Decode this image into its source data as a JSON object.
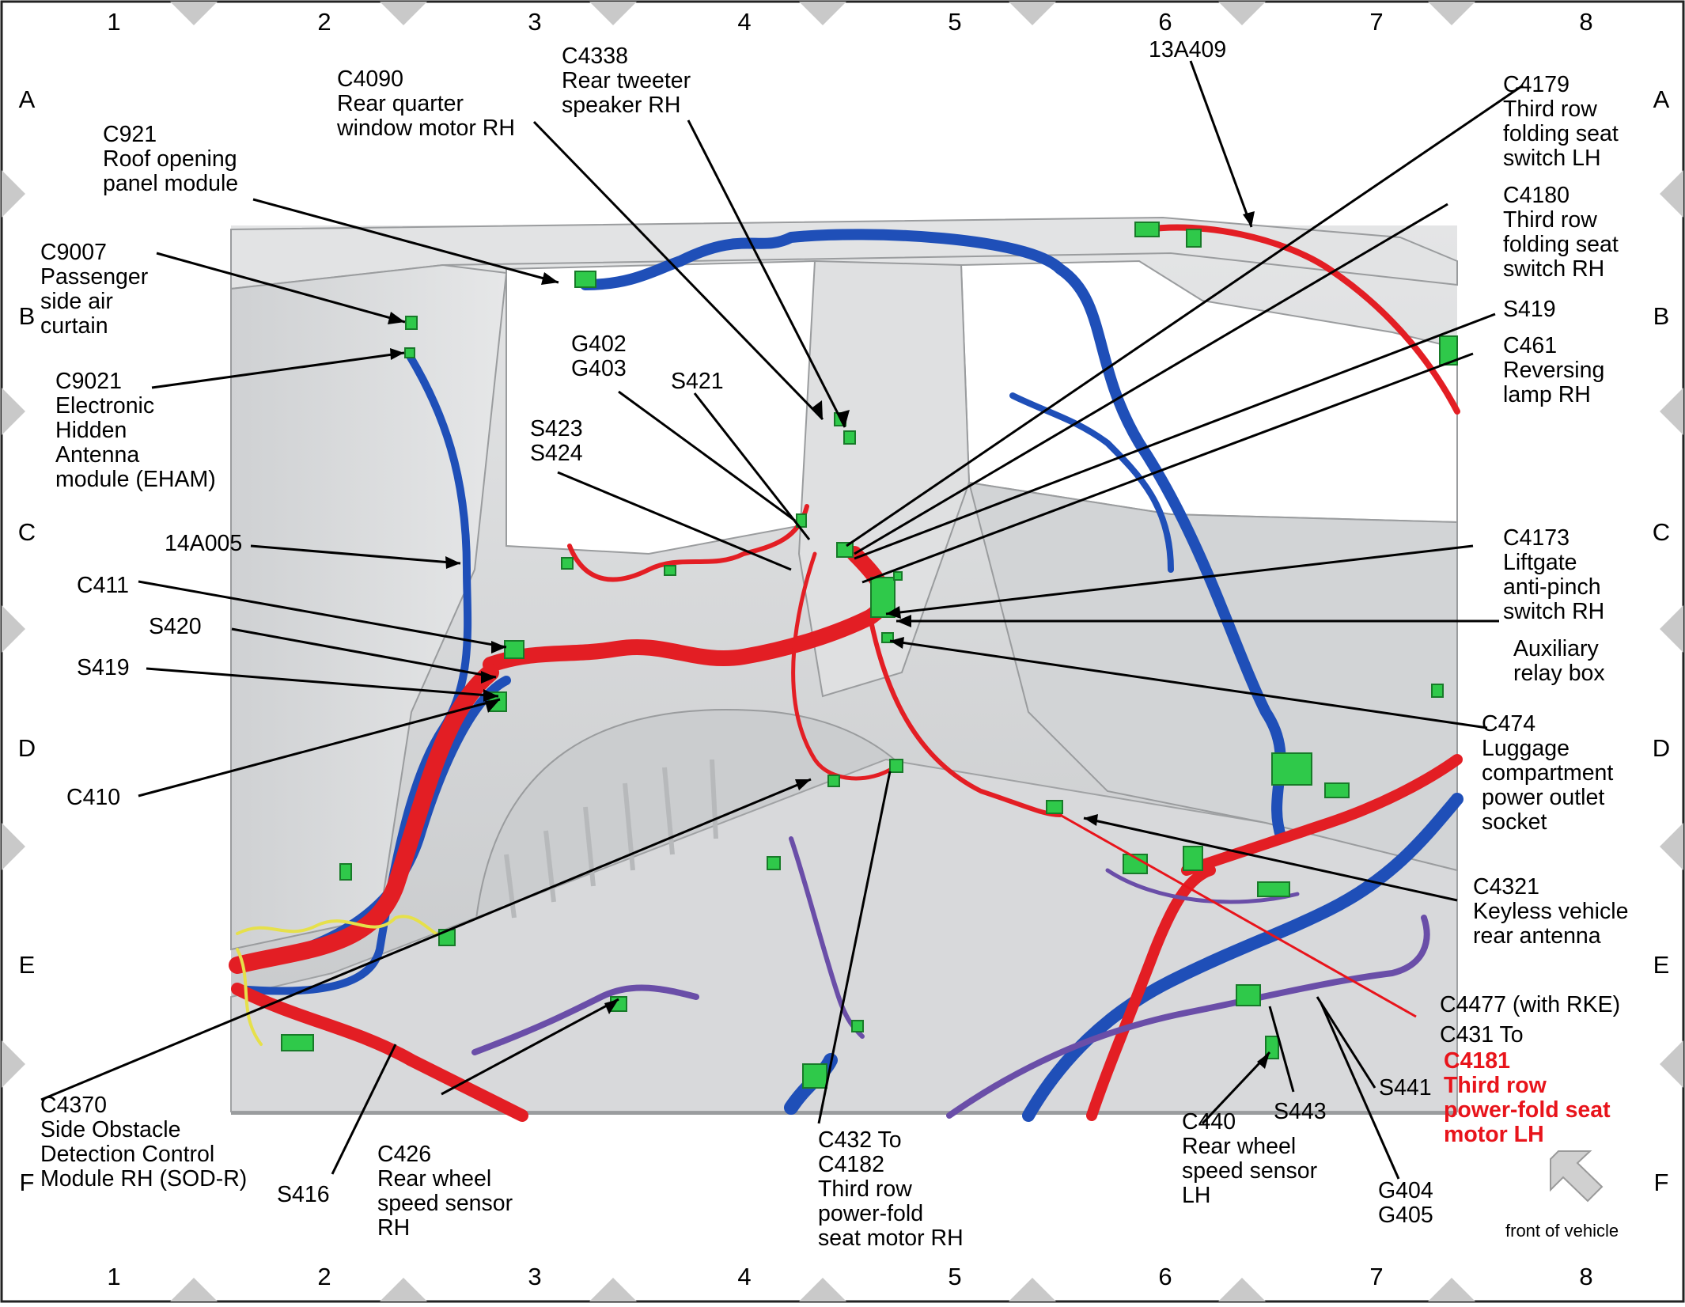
{
  "grid": {
    "columns": [
      "1",
      "2",
      "3",
      "4",
      "5",
      "6",
      "7",
      "8"
    ],
    "rows": [
      "A",
      "B",
      "C",
      "D",
      "E",
      "F"
    ]
  },
  "callouts": {
    "c4090": [
      "C4090",
      "Rear quarter",
      "window motor RH"
    ],
    "c4338": [
      "C4338",
      "Rear tweeter",
      "speaker RH"
    ],
    "p13a409": [
      "13A409"
    ],
    "c921": [
      "C921",
      "Roof opening",
      "panel module"
    ],
    "c4179": [
      "C4179",
      "Third row",
      "folding seat",
      "switch LH"
    ],
    "c4180": [
      "C4180",
      "Third row",
      "folding seat",
      "switch RH"
    ],
    "c9007": [
      "C9007",
      "Passenger",
      "side air",
      "curtain"
    ],
    "s419_r": [
      "S419"
    ],
    "c461": [
      "C461",
      "Reversing",
      "lamp RH"
    ],
    "g402": [
      "G402",
      "G403"
    ],
    "s421": [
      "S421"
    ],
    "c9021": [
      "C9021",
      "Electronic",
      "Hidden",
      "Antenna",
      "module (EHAM)"
    ],
    "s423": [
      "S423",
      "S424"
    ],
    "p14a005": [
      "14A005"
    ],
    "c4173": [
      "C4173",
      "Liftgate",
      "anti-pinch",
      "switch RH"
    ],
    "c411": [
      "C411"
    ],
    "s420": [
      "S420"
    ],
    "aux": [
      "Auxiliary",
      "relay box"
    ],
    "s419_l": [
      "S419"
    ],
    "c474": [
      "C474",
      "Luggage",
      "compartment",
      "power outlet",
      "socket"
    ],
    "c410": [
      "C410"
    ],
    "c4321": [
      "C4321",
      "Keyless vehicle",
      "rear antenna"
    ],
    "c4477": [
      "C4477 (with RKE)"
    ],
    "c431": [
      "C431 To"
    ],
    "c4181": [
      "C4181",
      "Third row",
      "power-fold seat",
      "motor LH"
    ],
    "c4370": [
      "C4370",
      "Side Obstacle",
      "Detection Control",
      "Module RH (SOD-R)"
    ],
    "c426": [
      "C426",
      "Rear wheel",
      "speed sensor",
      "RH"
    ],
    "c432": [
      "C432 To",
      "C4182",
      "Third row",
      "power-fold",
      "seat motor RH"
    ],
    "c440": [
      "C440",
      "Rear wheel",
      "speed sensor",
      "LH"
    ],
    "s443": [
      "S443"
    ],
    "s441": [
      "S441"
    ],
    "g404": [
      "G404",
      "G405"
    ],
    "s416": [
      "S416"
    ],
    "front": [
      "front of vehicle"
    ]
  },
  "colors": {
    "harness_red": "#e31e24",
    "harness_blue": "#1f4fb8",
    "harness_purple": "#6a4ea8",
    "harness_yellow": "#e6e04a",
    "connector_green": "#2fc94a",
    "body_gray": "#d4d6d8",
    "callout_red": "#e8141b"
  }
}
